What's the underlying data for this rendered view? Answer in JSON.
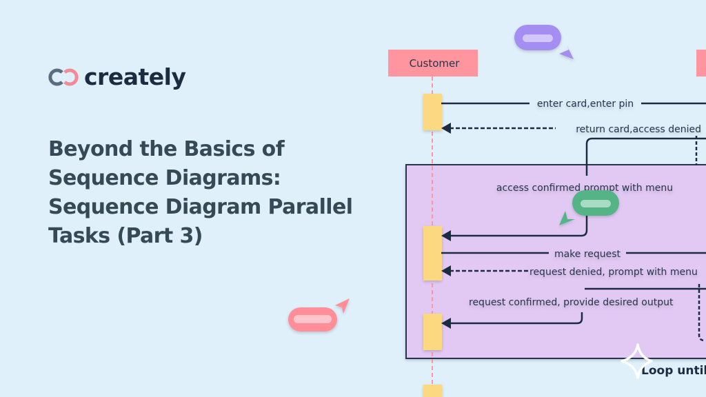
{
  "brand": {
    "name": "creately",
    "primary": "#1b2b40",
    "accent": "#f38b96",
    "secondary": "#5a6c7e"
  },
  "headline": {
    "lines": [
      "Beyond the Basics of",
      "Sequence Diagrams:",
      "Sequence Diagram Parallel",
      "Tasks (Part 3)"
    ],
    "color": "#364a56"
  },
  "diagram": {
    "actors": [
      {
        "label": "Customer",
        "color": "#ff959f"
      }
    ],
    "messages": [
      {
        "label": "enter card,enter pin",
        "style": "solid"
      },
      {
        "label": "return card,access denied",
        "style": "dashed"
      },
      {
        "label": "access  confirmed  prompt  with  menu",
        "style": "solid"
      },
      {
        "label": "make request",
        "style": "solid"
      },
      {
        "label": "request denied, prompt with menu",
        "style": "dashed"
      },
      {
        "label": "request  confirmed, provide desired output",
        "style": "solid"
      }
    ],
    "fragment": {
      "label": "Loop until",
      "color": "#e1c9f4"
    },
    "activation_color": "#fcd980",
    "lifeline_color": "#ff959f"
  },
  "decorations": {
    "cursors": [
      {
        "name": "purple-cursor",
        "color": "#a48ef1"
      },
      {
        "name": "green-cursor",
        "color": "#54b485"
      },
      {
        "name": "pink-cursor",
        "color": "#ff8e98"
      }
    ],
    "sparkle_icon": "four-point-star"
  }
}
